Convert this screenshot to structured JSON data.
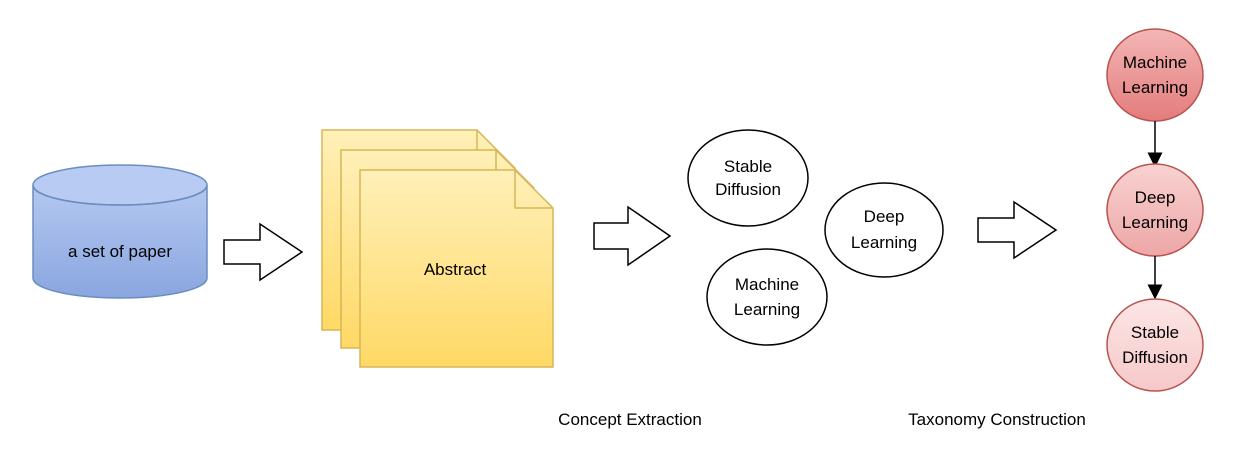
{
  "database": {
    "label": "a set of paper"
  },
  "documents": {
    "label": "Abstract"
  },
  "concepts": {
    "stable_diffusion": [
      "Stable",
      "Diffusion"
    ],
    "machine_learning": [
      "Machine",
      "Learning"
    ],
    "deep_learning": [
      "Deep",
      "Learning"
    ]
  },
  "taxonomy": {
    "root": [
      "Machine",
      "Learning"
    ],
    "middle": [
      "Deep",
      "Learning"
    ],
    "leaf": [
      "Stable",
      "Diffusion"
    ]
  },
  "captions": {
    "concept_extraction": "Concept Extraction",
    "taxonomy_construction": "Taxonomy Construction"
  },
  "colors": {
    "cylinder_fill": "#9db4e6",
    "cylinder_stroke": "#6c8ebf",
    "doc_fill": "#ffe07a",
    "doc_stroke": "#d6b656",
    "root_fill": "#e88a8a",
    "middle_fill": "#f2b3b3",
    "leaf_fill": "#f8d6d6",
    "node_stroke": "#b85450"
  }
}
